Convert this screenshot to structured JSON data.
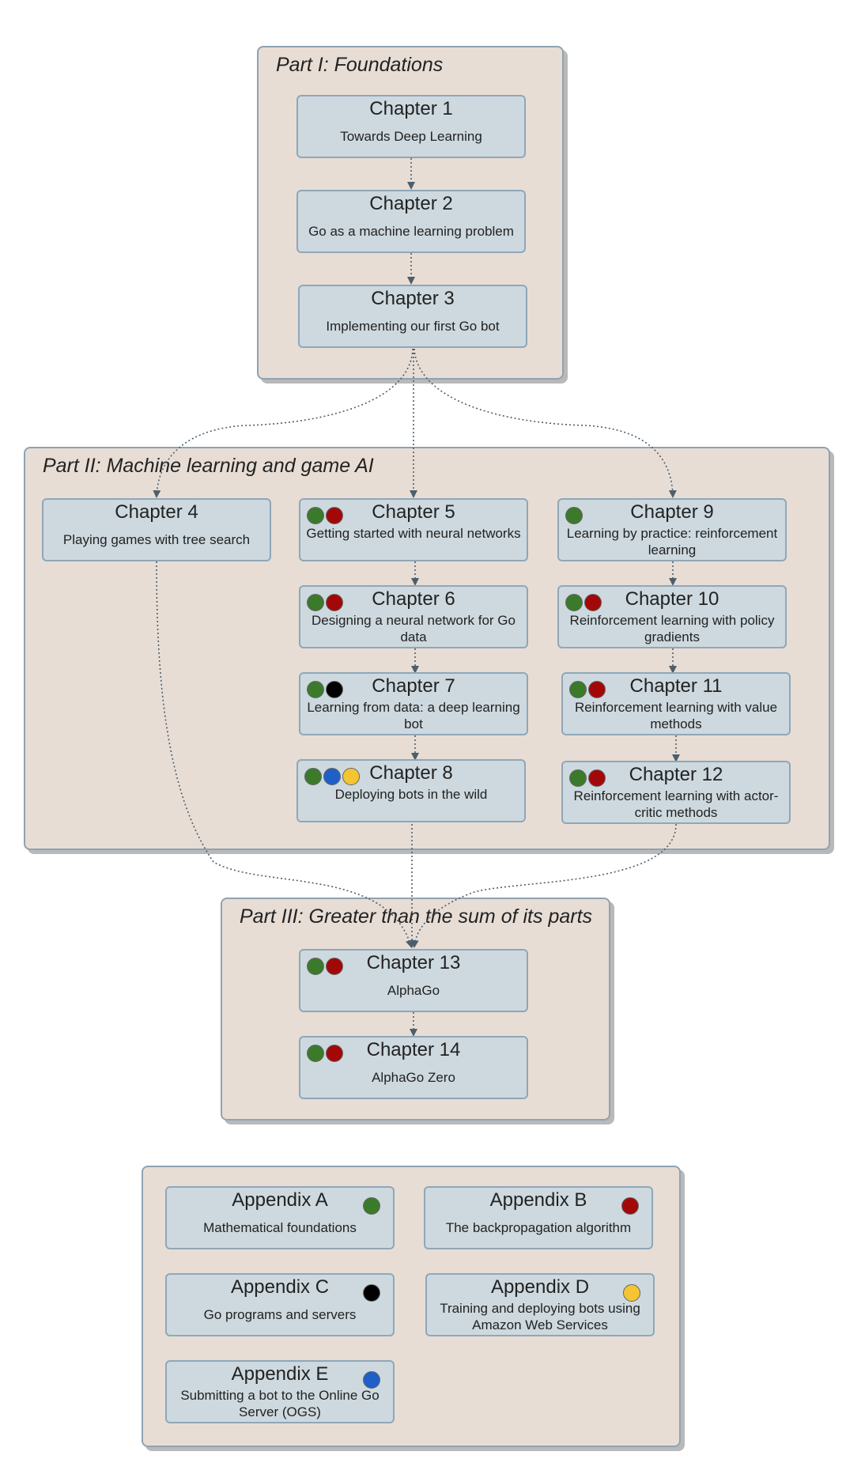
{
  "colors": {
    "green": "#3b7a2a",
    "red": "#a30808",
    "black": "#000000",
    "blue": "#1f5fc8",
    "yellow": "#f5c431",
    "part_fill": "#e7ddd5",
    "node_fill": "#cdd9df",
    "edge": "#4e5e6b"
  },
  "parts": [
    {
      "title": "Part I: Foundations"
    },
    {
      "title": "Part II: Machine learning and game AI"
    },
    {
      "title": "Part III: Greater than the sum of its parts"
    }
  ],
  "chapters": [
    {
      "title": "Chapter 1",
      "subtitle": "Towards Deep Learning",
      "markers": []
    },
    {
      "title": "Chapter 2",
      "subtitle": "Go as a machine learning problem",
      "markers": []
    },
    {
      "title": "Chapter 3",
      "subtitle": "Implementing our first Go bot",
      "markers": []
    },
    {
      "title": "Chapter 4",
      "subtitle": "Playing games with tree search",
      "markers": []
    },
    {
      "title": "Chapter 5",
      "subtitle": "Getting started with neural networks",
      "markers": [
        "green",
        "red"
      ]
    },
    {
      "title": "Chapter 6",
      "subtitle": "Designing a neural network for Go data",
      "markers": [
        "green",
        "red"
      ]
    },
    {
      "title": "Chapter 7",
      "subtitle": "Learning from data: a deep learning bot",
      "markers": [
        "green",
        "black"
      ]
    },
    {
      "title": "Chapter 8",
      "subtitle": "Deploying bots in the wild",
      "markers": [
        "green",
        "blue",
        "yellow"
      ]
    },
    {
      "title": "Chapter 9",
      "subtitle": "Learning by practice: reinforcement learning",
      "markers": [
        "green"
      ]
    },
    {
      "title": "Chapter 10",
      "subtitle": "Reinforcement learning with policy gradients",
      "markers": [
        "green",
        "red"
      ]
    },
    {
      "title": "Chapter 11",
      "subtitle": "Reinforcement learning with value methods",
      "markers": [
        "green",
        "red"
      ]
    },
    {
      "title": "Chapter 12",
      "subtitle": "Reinforcement learning with actor-critic methods",
      "markers": [
        "green",
        "red"
      ]
    },
    {
      "title": "Chapter 13",
      "subtitle": "AlphaGo",
      "markers": [
        "green",
        "red"
      ]
    },
    {
      "title": "Chapter 14",
      "subtitle": "AlphaGo Zero",
      "markers": [
        "green",
        "red"
      ]
    }
  ],
  "appendices": [
    {
      "title": "Appendix A",
      "subtitle": "Mathematical foundations",
      "marker": "green"
    },
    {
      "title": "Appendix B",
      "subtitle": "The backpropagation algorithm",
      "marker": "red"
    },
    {
      "title": "Appendix C",
      "subtitle": "Go programs and servers",
      "marker": "black"
    },
    {
      "title": "Appendix D",
      "subtitle": "Training and deploying bots using Amazon Web Services",
      "marker": "yellow"
    },
    {
      "title": "Appendix E",
      "subtitle": "Submitting a bot to the Online Go Server (OGS)",
      "marker": "blue"
    }
  ],
  "edges": [
    [
      "Chapter 1",
      "Chapter 2"
    ],
    [
      "Chapter 2",
      "Chapter 3"
    ],
    [
      "Chapter 3",
      "Chapter 4"
    ],
    [
      "Chapter 3",
      "Chapter 5"
    ],
    [
      "Chapter 3",
      "Chapter 9"
    ],
    [
      "Chapter 5",
      "Chapter 6"
    ],
    [
      "Chapter 6",
      "Chapter 7"
    ],
    [
      "Chapter 7",
      "Chapter 8"
    ],
    [
      "Chapter 9",
      "Chapter 10"
    ],
    [
      "Chapter 10",
      "Chapter 11"
    ],
    [
      "Chapter 11",
      "Chapter 12"
    ],
    [
      "Chapter 4",
      "Chapter 13"
    ],
    [
      "Chapter 8",
      "Chapter 13"
    ],
    [
      "Chapter 12",
      "Chapter 13"
    ],
    [
      "Chapter 13",
      "Chapter 14"
    ]
  ]
}
